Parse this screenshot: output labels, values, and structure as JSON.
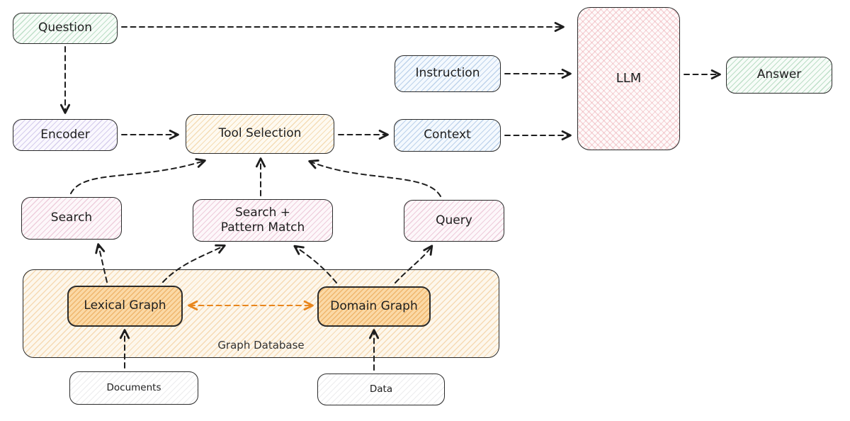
{
  "nodes": {
    "question": {
      "label": "Question"
    },
    "instruction": {
      "label": "Instruction"
    },
    "llm": {
      "label": "LLM"
    },
    "answer": {
      "label": "Answer"
    },
    "encoder": {
      "label": "Encoder"
    },
    "tool_selection": {
      "label": "Tool Selection"
    },
    "context": {
      "label": "Context"
    },
    "search": {
      "label": "Search"
    },
    "search_pattern": {
      "label": "Search + Pattern Match",
      "line1": "Search +",
      "line2": "Pattern Match"
    },
    "query": {
      "label": "Query"
    },
    "graph_database": {
      "label": "Graph Database"
    },
    "lexical_graph": {
      "label": "Lexical Graph"
    },
    "domain_graph": {
      "label": "Domain Graph"
    },
    "documents": {
      "label": "Documents"
    },
    "data": {
      "label": "Data"
    }
  },
  "edges": [
    {
      "from": "question",
      "to": "llm",
      "style": "dashed"
    },
    {
      "from": "question",
      "to": "encoder",
      "style": "dashed"
    },
    {
      "from": "encoder",
      "to": "tool_selection",
      "style": "dashed"
    },
    {
      "from": "tool_selection",
      "to": "context",
      "style": "dashed"
    },
    {
      "from": "instruction",
      "to": "llm",
      "style": "dashed"
    },
    {
      "from": "context",
      "to": "llm",
      "style": "dashed"
    },
    {
      "from": "llm",
      "to": "answer",
      "style": "dashed"
    },
    {
      "from": "search",
      "to": "tool_selection",
      "style": "dashed"
    },
    {
      "from": "search_pattern",
      "to": "tool_selection",
      "style": "dashed"
    },
    {
      "from": "query",
      "to": "tool_selection",
      "style": "dashed"
    },
    {
      "from": "lexical_graph",
      "to": "search",
      "style": "dashed"
    },
    {
      "from": "lexical_graph",
      "to": "search_pattern",
      "style": "dashed"
    },
    {
      "from": "domain_graph",
      "to": "search_pattern",
      "style": "dashed"
    },
    {
      "from": "domain_graph",
      "to": "query",
      "style": "dashed"
    },
    {
      "from": "lexical_graph",
      "to": "domain_graph",
      "style": "dashed-bidirectional-orange"
    },
    {
      "from": "documents",
      "to": "lexical_graph",
      "style": "dashed"
    },
    {
      "from": "data",
      "to": "domain_graph",
      "style": "dashed"
    }
  ],
  "colors": {
    "stroke": "#2b2b2b",
    "arrow": "#1e1e1e",
    "arrow_orange": "#e8861d",
    "question_fill": "#f7fcf8",
    "answer_fill": "#f7fcf8",
    "instruction_fill": "#f4f9fe",
    "context_fill": "#f4f9fe",
    "encoder_fill": "#faf8fe",
    "tool_selection_fill": "#fefaf1",
    "search_fill": "#fdf7fa",
    "llm_fill": "#fefafa",
    "graph_database_fill": "#fdf7ec",
    "inner_graph_fill": "#fbd9a6",
    "documents_fill": "#ffffff"
  }
}
